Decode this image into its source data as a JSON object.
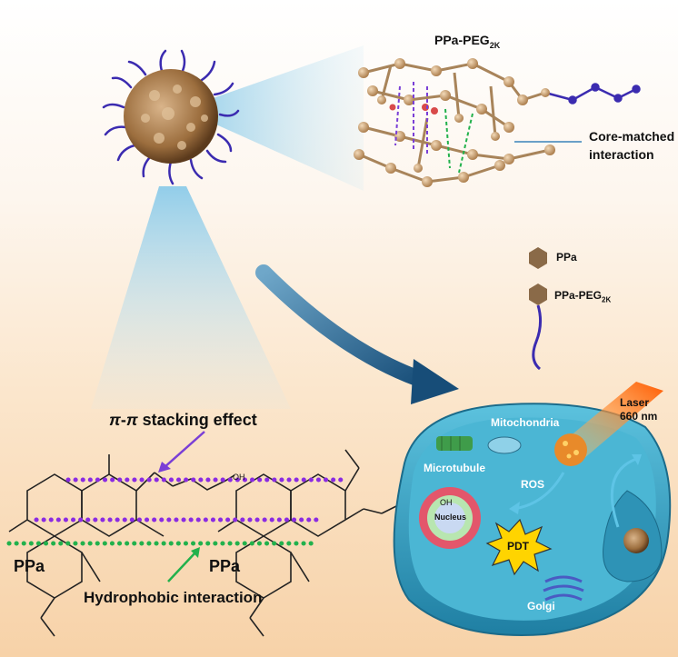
{
  "labels": {
    "ppa_peg2k_top": {
      "main": "PPa-PEG",
      "sub": "2K"
    },
    "core_matched": [
      "Core-matched",
      "interaction"
    ],
    "legend_ppa": "PPa",
    "legend_ppa_peg": {
      "main": "PPa-PEG",
      "sub": "2K"
    },
    "pi_stacking": {
      "pi1": "π",
      "dash": "-",
      "pi2": "π",
      "rest": " stacking effect"
    },
    "hydrophobic": "Hydrophobic interaction",
    "ppa_left": "PPa",
    "ppa_right": "PPa",
    "cooh_left": "OH",
    "cooh_right": "OH",
    "laser": [
      "Laser",
      "660 nm"
    ],
    "mitochondria": "Mitochondria",
    "microtubule": "Microtubule",
    "ros": "ROS",
    "nucleus": "Nucleus",
    "pdt": "PDT",
    "golgi": "Golgi"
  },
  "colors": {
    "peg_chain": "#3b2bb0",
    "particle": "#b58a55",
    "atom": "#c49a6c",
    "arrow_dark": "#1f5a86",
    "purple_dots": "#8a2be2",
    "green_dots": "#22b14c",
    "cell": "#3fa9c9",
    "laser": "#ff7a1a"
  }
}
